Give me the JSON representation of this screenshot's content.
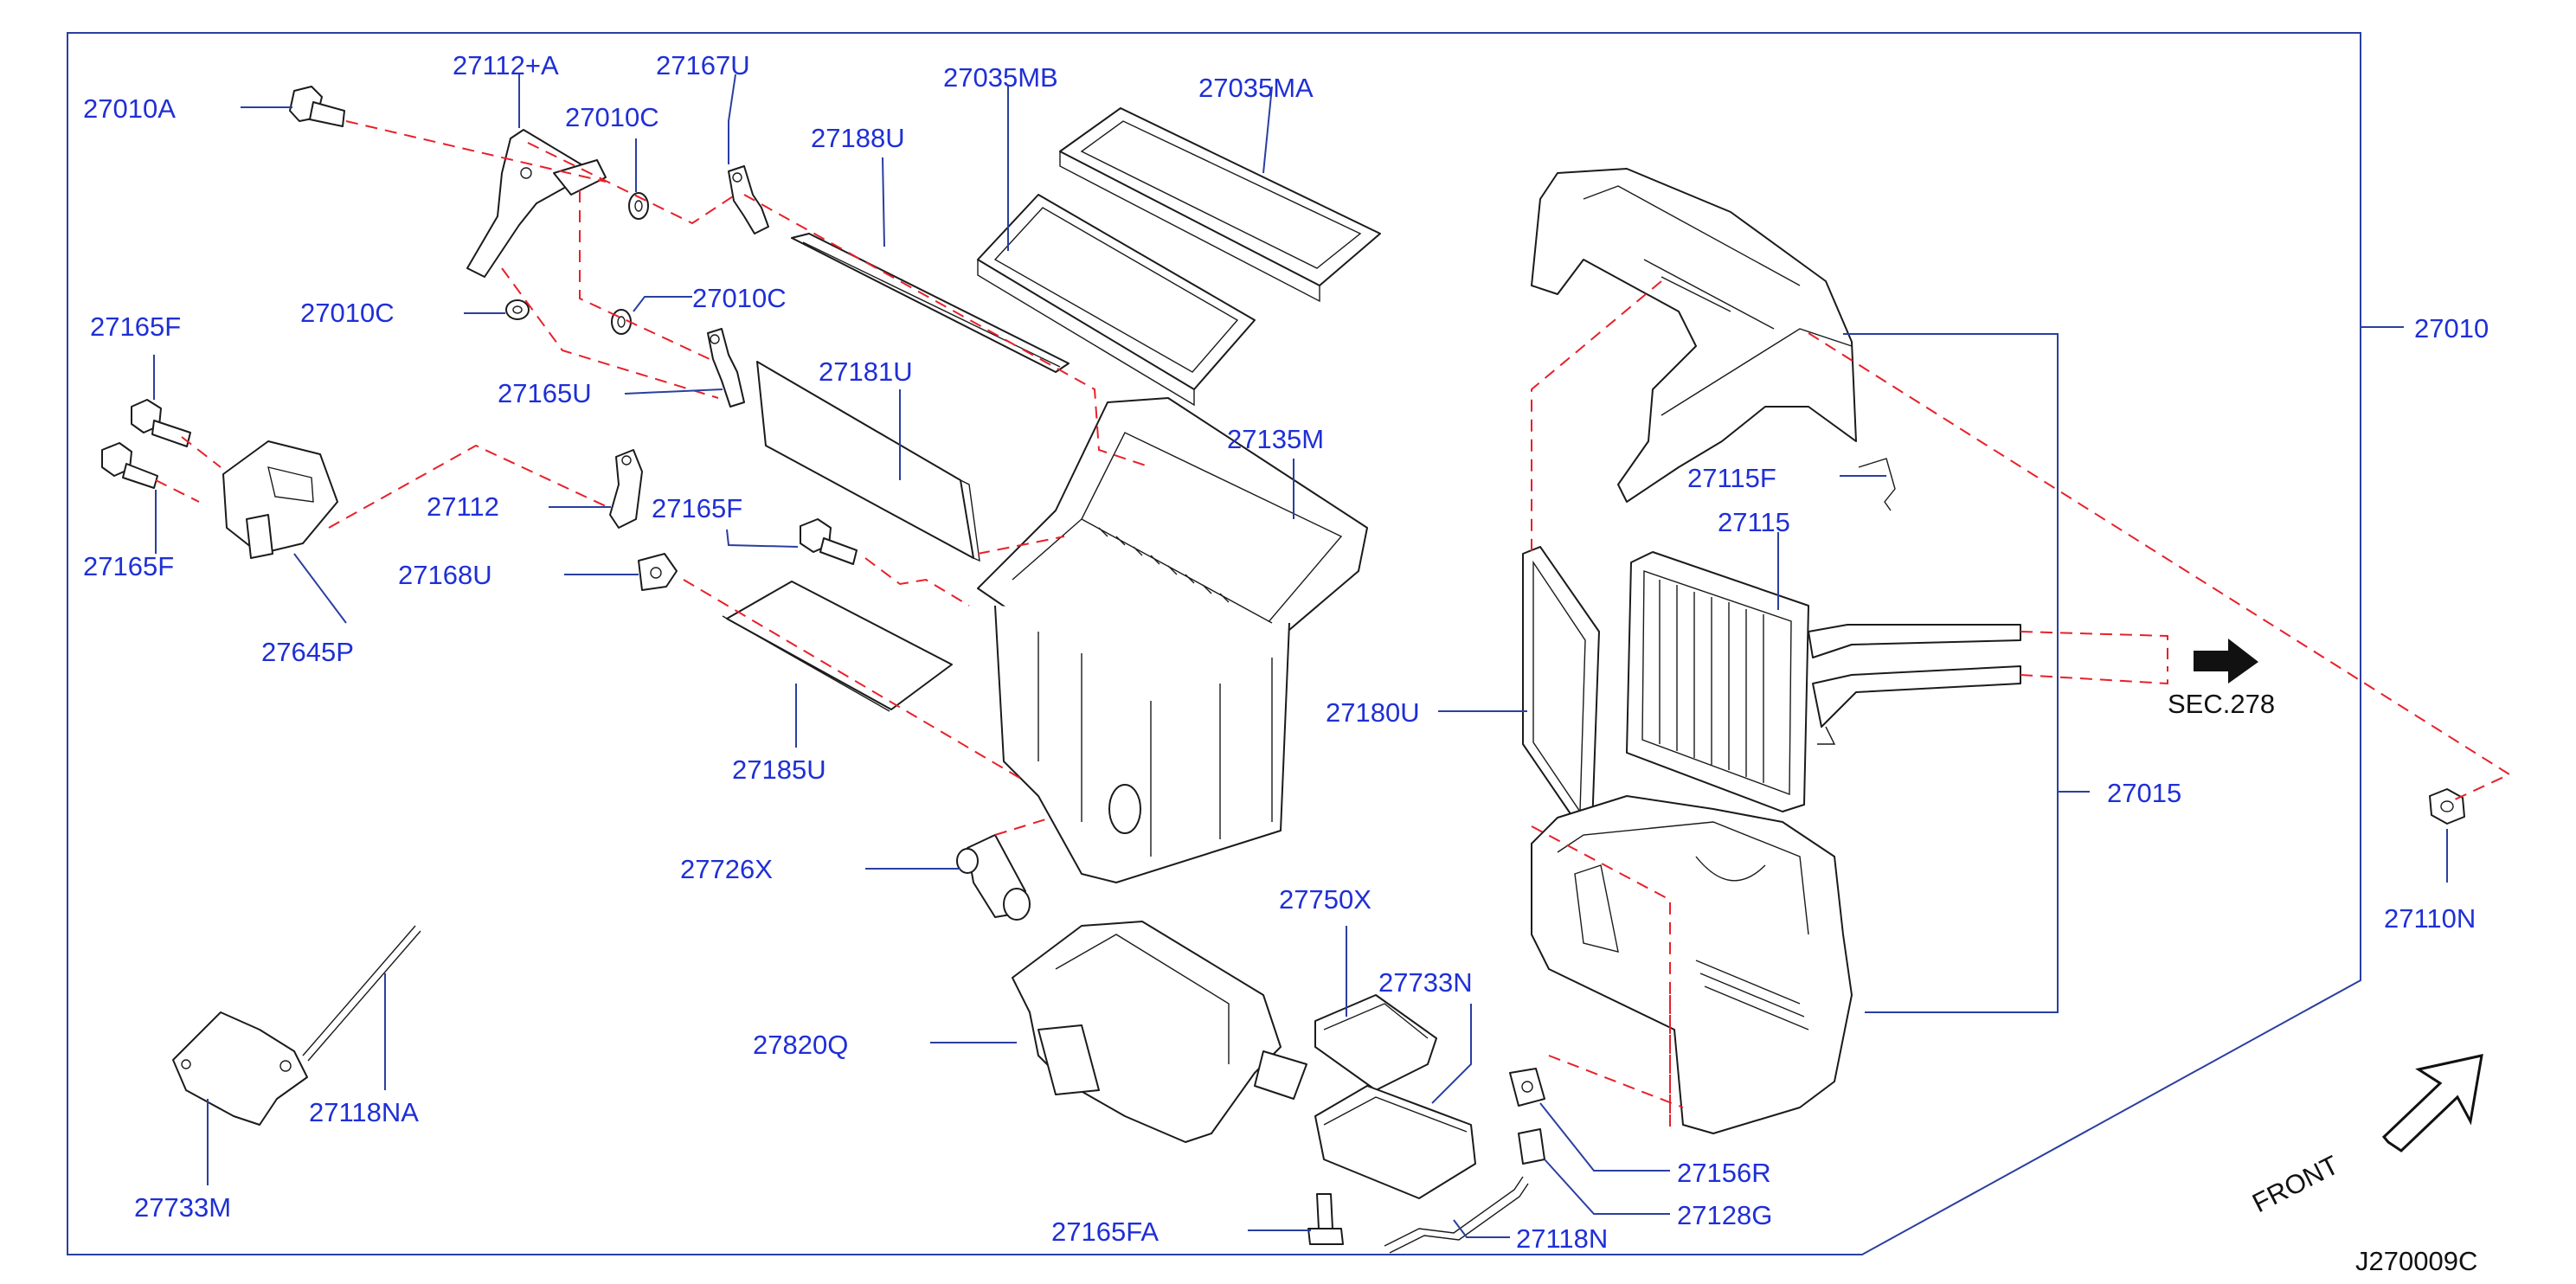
{
  "diagram_id": "J270009C",
  "front_label": "FRONT",
  "sec_ref": "SEC.278",
  "parts": {
    "p27010A": "27010A",
    "p27112A": "27112+A",
    "p27167U": "27167U",
    "p27010C_top": "27010C",
    "p27035MB": "27035MB",
    "p27035MA": "27035MA",
    "p27188U": "27188U",
    "p27165F_top": "27165F",
    "p27010C_mid": "27010C",
    "p27010C_right": "27010C",
    "p27165U": "27165U",
    "p27181U": "27181U",
    "p27135M": "27135M",
    "p27112": "27112",
    "p27165F_mid": "27165F",
    "p27165F_bot": "27165F",
    "p27168U": "27168U",
    "p27645P": "27645P",
    "p27185U": "27185U",
    "p27726X": "27726X",
    "p27750X": "27750X",
    "p27733N": "27733N",
    "p27820Q": "27820Q",
    "p27118NA": "27118NA",
    "p27733M": "27733M",
    "p27165FA": "27165FA",
    "p27118N": "27118N",
    "p27128G": "27128G",
    "p27156R": "27156R",
    "p27115F": "27115F",
    "p27115": "27115",
    "p27180U": "27180U",
    "p27015": "27015",
    "p27010": "27010",
    "p27110N": "27110N"
  }
}
